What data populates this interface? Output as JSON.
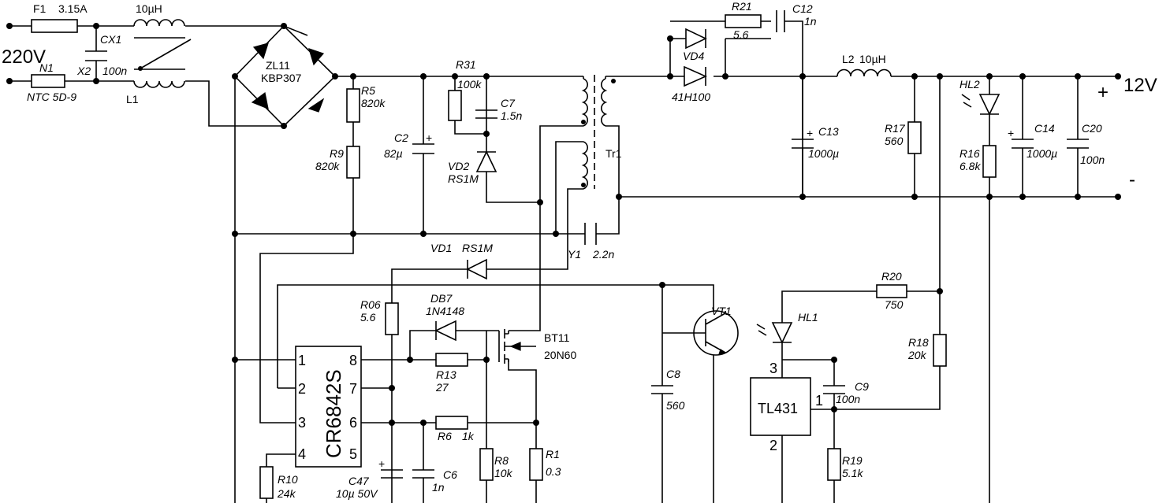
{
  "title": "",
  "labels": {
    "F1": "F1",
    "F1v": "3.15A",
    "L10u": "10µH",
    "CX1": "CX1",
    "X2": "X2",
    "n100a": "100n",
    "v220": "220V",
    "N1": "N1",
    "NTC": "NTC 5D-9",
    "L1": "L1",
    "ZL11": "ZL11",
    "KBP": "KBP307",
    "R5": "R5",
    "R5v": "820k",
    "R9": "R9",
    "R9v": "820k",
    "C2": "C2",
    "C2v": "82µ",
    "R31": "R31",
    "R31v": "100k",
    "C7": "C7",
    "C7v": "1.5n",
    "VD2": "VD2",
    "VD2v": "RS1M",
    "Tr1": "Tr1",
    "Y1": "Y1",
    "Y1v": "2.2n",
    "VD1": "VD1",
    "VD1v": "RS1M",
    "R21": "R21",
    "R21v": "5.6",
    "C12": "C12",
    "C12v": "1n",
    "VD4": "VD4",
    "VD4v": "41H100",
    "L2": "L2",
    "L2v": "10µH",
    "C13": "C13",
    "C13v": "1000µ",
    "R17": "R17",
    "R17v": "560",
    "HL2": "HL2",
    "R16": "R16",
    "R16v": "6.8k",
    "C14": "C14",
    "C14v": "1000µ",
    "C20": "C20",
    "C20v": "100n",
    "plus": "+",
    "v12": "12V",
    "minus": "-",
    "R06": "R06",
    "R06v": "5.6",
    "DB7": "DB7",
    "DB7v": "1N4148",
    "R13": "R13",
    "R13v": "27",
    "BT11": "BT11",
    "BT11v": "20N60",
    "chip": "CR6842S",
    "p1": "1",
    "p2": "2",
    "p3": "3",
    "p4": "4",
    "p5": "5",
    "p6": "6",
    "p7": "7",
    "p8": "8",
    "R6": "R6",
    "R6v": "1k",
    "R8": "R8",
    "R8v": "10k",
    "R1": "R1",
    "R1v": "0.3",
    "R10": "R10",
    "R10v": "24k",
    "C47": "C47",
    "C47v": "10µ 50V",
    "C6": "C6",
    "C6v": "1n",
    "C8": "C8",
    "C8v": "560",
    "VT1": "VT1",
    "HL1": "HL1",
    "R20": "R20",
    "R20v": "750",
    "R18": "R18",
    "R18v": "20k",
    "TL431": "TL431",
    "t1": "1",
    "t2": "2",
    "t3": "3",
    "C9": "C9",
    "C9v": "100n",
    "R19": "R19",
    "R19v": "5.1k",
    "cplus": "+"
  }
}
